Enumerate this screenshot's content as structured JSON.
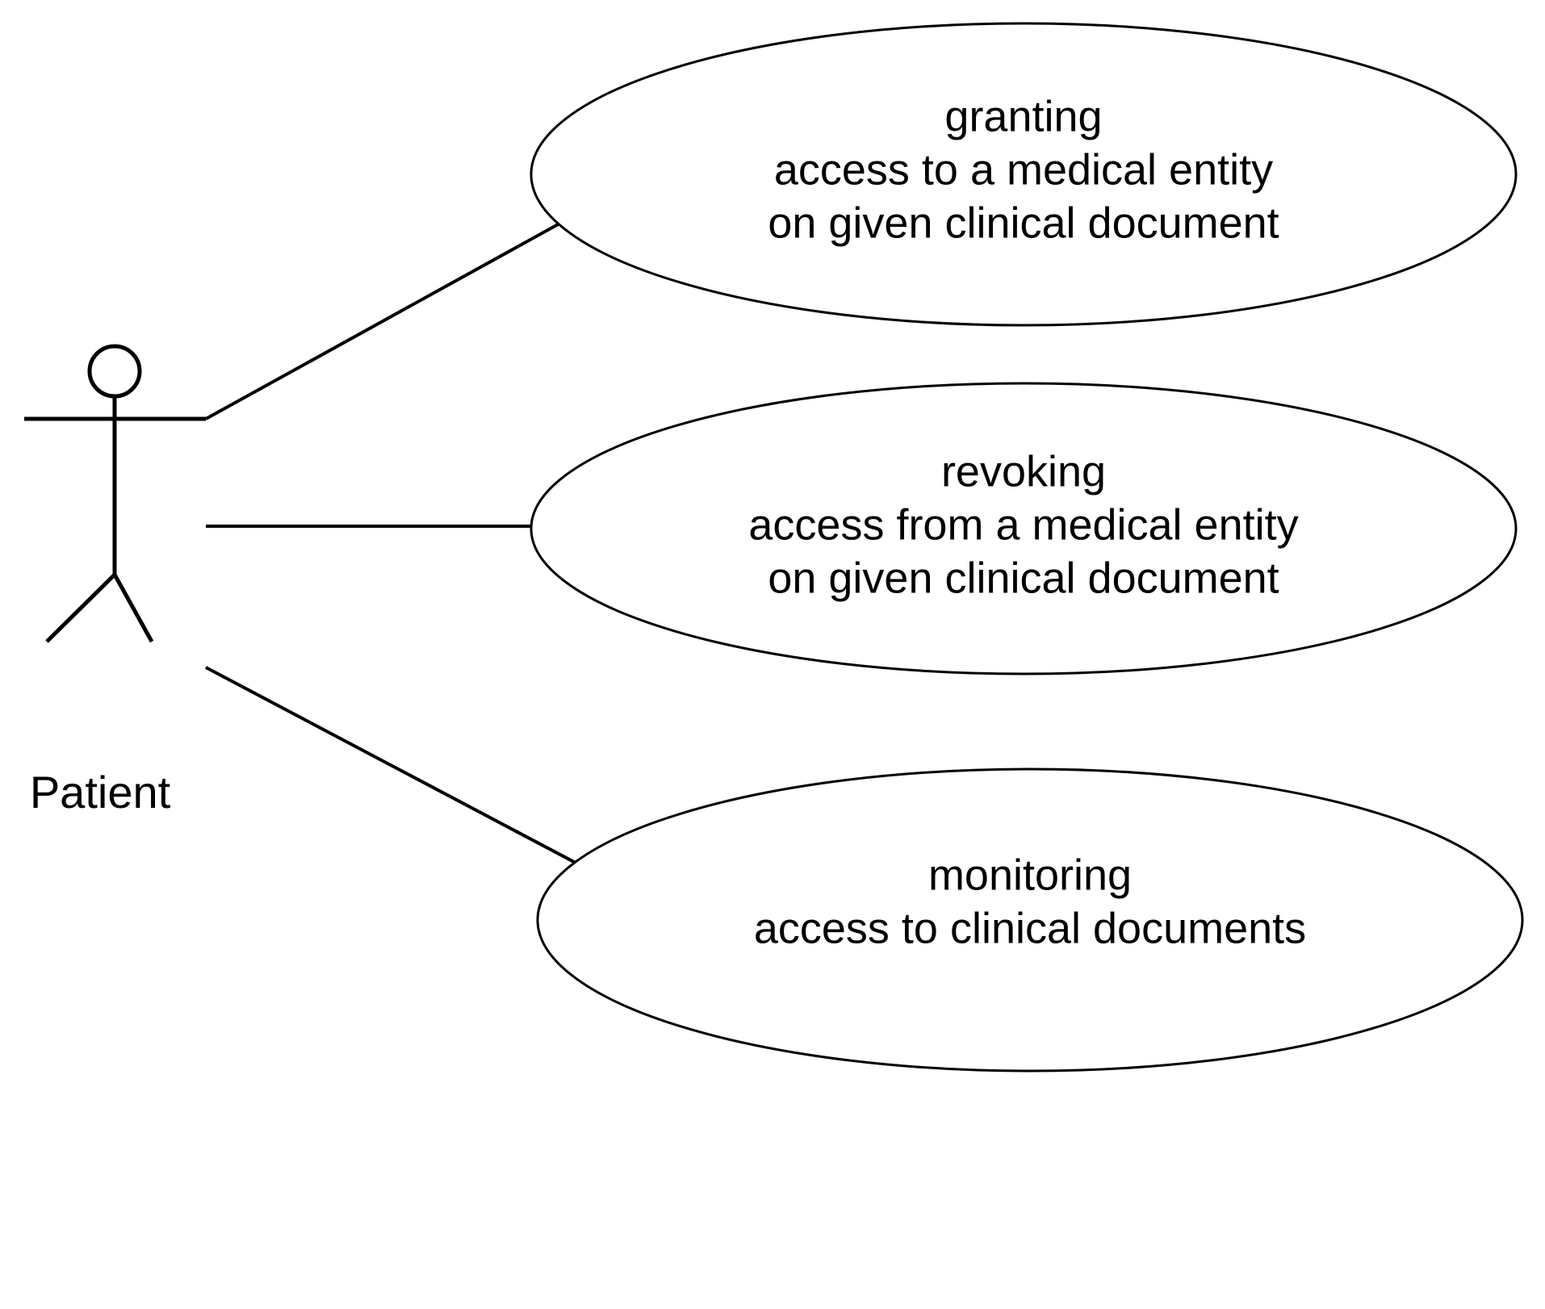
{
  "diagram": {
    "type": "uml-use-case-diagram",
    "background_color": "#ffffff",
    "stroke_color": "#000000",
    "actors": [
      {
        "id": "patient",
        "label": "Patient"
      }
    ],
    "use_cases": [
      {
        "id": "granting",
        "lines": [
          "granting",
          "access to a medical entity",
          "on given clinical document"
        ]
      },
      {
        "id": "revoking",
        "lines": [
          "revoking",
          "access from a medical entity",
          "on given clinical document"
        ]
      },
      {
        "id": "monitoring",
        "lines": [
          "monitoring",
          "access to clinical documents"
        ]
      }
    ],
    "associations": [
      {
        "from": "patient",
        "to": "granting"
      },
      {
        "from": "patient",
        "to": "revoking"
      },
      {
        "from": "patient",
        "to": "monitoring"
      }
    ]
  }
}
